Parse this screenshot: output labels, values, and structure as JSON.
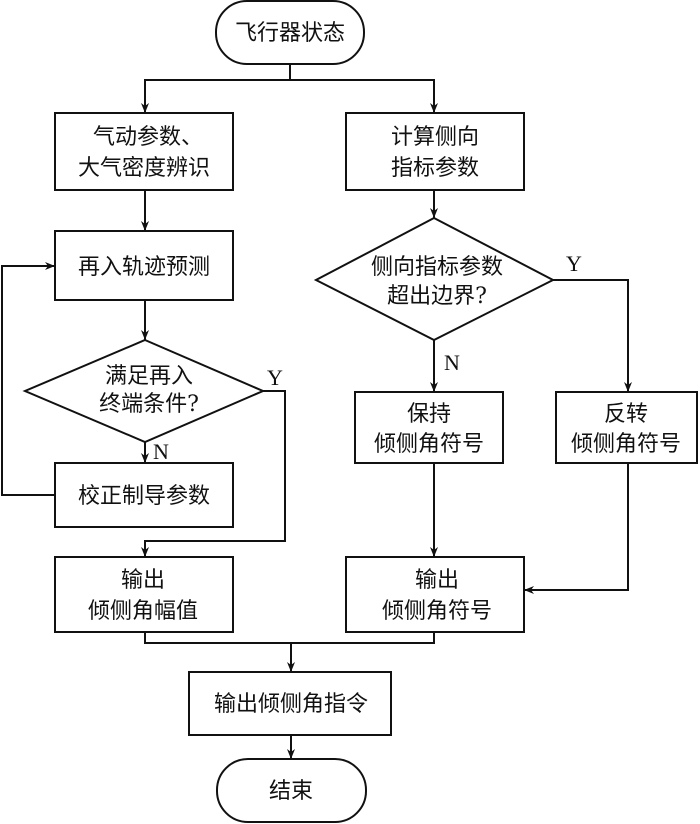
{
  "title": "Bank angle guidance flowchart",
  "colors": {
    "stroke": "#111111",
    "background": "#ffffff",
    "text": "#111111"
  },
  "nodes": {
    "start": {
      "type": "terminal",
      "lines": [
        "飞行器状态"
      ]
    },
    "identify": {
      "type": "process",
      "lines": [
        "气动参数、",
        "大气密度辨识"
      ]
    },
    "lateral_calc": {
      "type": "process",
      "lines": [
        "计算侧向",
        "指标参数"
      ]
    },
    "reentry_predict": {
      "type": "process",
      "lines": [
        "再入轨迹预测"
      ]
    },
    "terminal_check": {
      "type": "decision",
      "lines": [
        "满足再入",
        "终端条件?"
      ]
    },
    "lateral_check": {
      "type": "decision",
      "lines": [
        "侧向指标参数",
        "超出边界?"
      ]
    },
    "correct_params": {
      "type": "process",
      "lines": [
        "校正制导参数"
      ]
    },
    "keep_sign": {
      "type": "process",
      "lines": [
        "保持",
        "倾侧角符号"
      ]
    },
    "reverse_sign": {
      "type": "process",
      "lines": [
        "反转",
        "倾侧角符号"
      ]
    },
    "output_magnitude": {
      "type": "process",
      "lines": [
        "输出",
        "倾侧角幅值"
      ]
    },
    "output_sign": {
      "type": "process",
      "lines": [
        "输出",
        "倾侧角符号"
      ]
    },
    "output_command": {
      "type": "process",
      "lines": [
        "输出倾侧角指令"
      ]
    },
    "end": {
      "type": "terminal",
      "lines": [
        "结束"
      ]
    }
  },
  "edges": [
    {
      "from": "start",
      "to": "identify",
      "label": ""
    },
    {
      "from": "start",
      "to": "lateral_calc",
      "label": ""
    },
    {
      "from": "identify",
      "to": "reentry_predict",
      "label": ""
    },
    {
      "from": "reentry_predict",
      "to": "terminal_check",
      "label": ""
    },
    {
      "from": "terminal_check",
      "to": "correct_params",
      "label": "N"
    },
    {
      "from": "terminal_check",
      "to": "output_magnitude",
      "label": "Y"
    },
    {
      "from": "correct_params",
      "to": "reentry_predict",
      "label": ""
    },
    {
      "from": "lateral_calc",
      "to": "lateral_check",
      "label": ""
    },
    {
      "from": "lateral_check",
      "to": "keep_sign",
      "label": "N"
    },
    {
      "from": "lateral_check",
      "to": "reverse_sign",
      "label": "Y"
    },
    {
      "from": "keep_sign",
      "to": "output_sign",
      "label": ""
    },
    {
      "from": "reverse_sign",
      "to": "output_sign",
      "label": ""
    },
    {
      "from": "output_magnitude",
      "to": "output_command",
      "label": ""
    },
    {
      "from": "output_sign",
      "to": "output_command",
      "label": ""
    },
    {
      "from": "output_command",
      "to": "end",
      "label": ""
    }
  ],
  "branch_labels": {
    "terminal_yes": "Y",
    "terminal_no": "N",
    "lateral_yes": "Y",
    "lateral_no": "N"
  }
}
